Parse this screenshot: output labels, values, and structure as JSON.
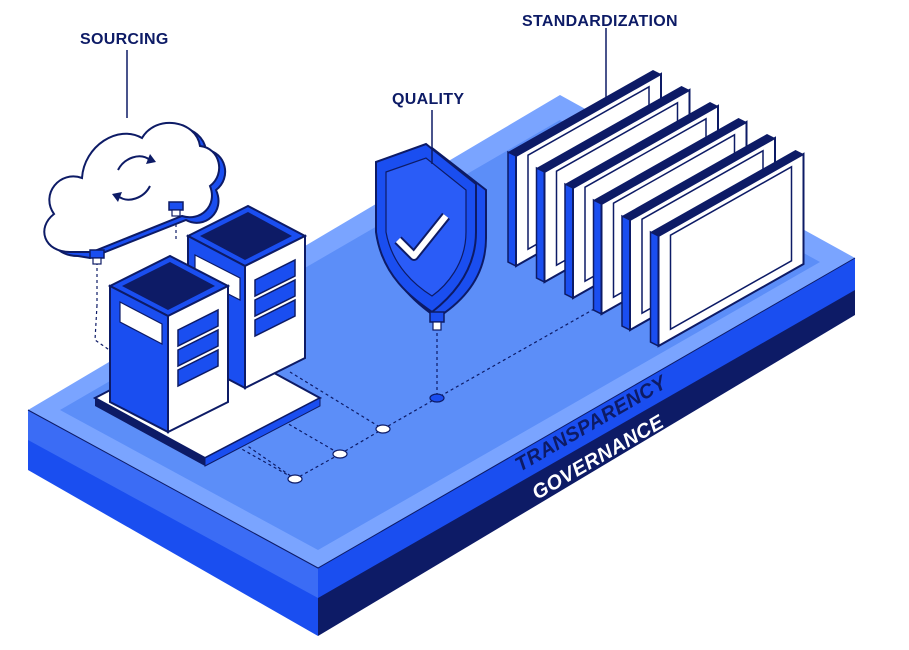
{
  "labels": {
    "sourcing": "SOURCING",
    "quality": "QUALITY",
    "standardization": "STANDARDIZATION",
    "transparency": "TRANSPARENCY",
    "governance": "GOVERNANCE"
  },
  "colors": {
    "navy": "#0d1b66",
    "blue": "#1a4ef0",
    "top": "#5c8ef8",
    "top_light": "#7aa4ff",
    "band": "#1a4ef0",
    "white": "#ffffff"
  },
  "icons": {
    "cloud": "cloud-sync-icon",
    "servers": "server-rack-icon",
    "shield": "shield-check-icon",
    "panels": "document-panel-icon"
  }
}
